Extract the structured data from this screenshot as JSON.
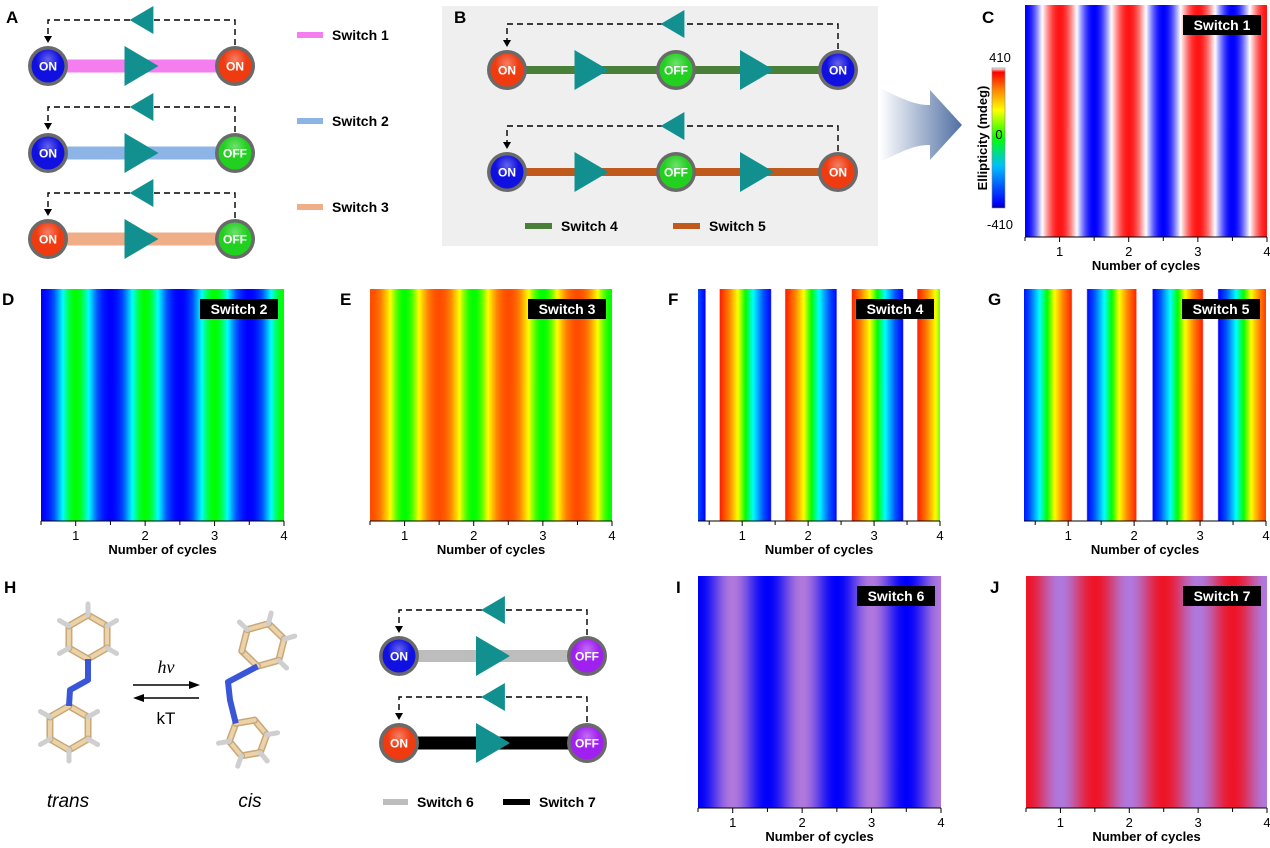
{
  "panel_labels": [
    "A",
    "B",
    "C",
    "D",
    "E",
    "F",
    "G",
    "H",
    "I",
    "J"
  ],
  "colors": {
    "node_on_blue": "#1010e0",
    "node_on_red": "#f03a10",
    "node_off_green": "#22d020",
    "node_off_purple": "#a020f0",
    "node_ring": "#6a6a6a",
    "triangle": "#12908f",
    "switch1": "#f47ef0",
    "switch2": "#8cb4e6",
    "switch3": "#f0ae88",
    "switch4": "#4a7f3a",
    "switch5": "#c05a1c",
    "switch6": "#bdbdbd",
    "switch7": "#000000",
    "arrow_blue": "#4f6fa3"
  },
  "panel_A": {
    "switches": [
      {
        "name": "Switch 1",
        "color_key": "switch1",
        "nodes": [
          {
            "label": "ON",
            "color_key": "node_on_blue"
          },
          {
            "label": "ON",
            "color_key": "node_on_red"
          }
        ]
      },
      {
        "name": "Switch 2",
        "color_key": "switch2",
        "nodes": [
          {
            "label": "ON",
            "color_key": "node_on_blue"
          },
          {
            "label": "OFF",
            "color_key": "node_off_green"
          }
        ]
      },
      {
        "name": "Switch 3",
        "color_key": "switch3",
        "nodes": [
          {
            "label": "ON",
            "color_key": "node_on_red"
          },
          {
            "label": "OFF",
            "color_key": "node_off_green"
          }
        ]
      }
    ]
  },
  "panel_B": {
    "switches": [
      {
        "name": "Switch 4",
        "color_key": "switch4",
        "nodes": [
          {
            "label": "ON",
            "color_key": "node_on_red"
          },
          {
            "label": "OFF",
            "color_key": "node_off_green"
          },
          {
            "label": "ON",
            "color_key": "node_on_blue"
          }
        ]
      },
      {
        "name": "Switch 5",
        "color_key": "switch5",
        "nodes": [
          {
            "label": "ON",
            "color_key": "node_on_blue"
          },
          {
            "label": "OFF",
            "color_key": "node_off_green"
          },
          {
            "label": "ON",
            "color_key": "node_on_red"
          }
        ]
      }
    ]
  },
  "panel_H": {
    "molecule_left": "trans",
    "molecule_right": "cis",
    "forward_label": "hv",
    "reverse_label": "kT",
    "switches": [
      {
        "name": "Switch 6",
        "color_key": "switch6",
        "nodes": [
          {
            "label": "ON",
            "color_key": "node_on_blue"
          },
          {
            "label": "OFF",
            "color_key": "node_off_purple"
          }
        ]
      },
      {
        "name": "Switch 7",
        "color_key": "switch7",
        "nodes": [
          {
            "label": "ON",
            "color_key": "node_on_red"
          },
          {
            "label": "OFF",
            "color_key": "node_off_purple"
          }
        ]
      }
    ]
  },
  "colorbar": {
    "title": "Ellipticity (mdeg)",
    "max_label": "410",
    "mid_label": "0",
    "min_label": "-410",
    "range": [
      -410,
      410
    ]
  },
  "chart_data": [
    {
      "panel": "C",
      "type": "heatmap",
      "title": "Switch 1",
      "xlabel": "Number of cycles",
      "ylabel": "",
      "xlim": [
        0.5,
        4
      ],
      "xticks": [
        "1",
        "2",
        "3",
        "4"
      ],
      "colormap": "blue-white-red",
      "value_range": [
        -410,
        410
      ],
      "profile": {
        "kind": "cosine",
        "x": [
          0.5,
          1,
          1.5,
          2,
          2.5,
          3,
          3.5,
          4
        ],
        "values": [
          -410,
          410,
          -410,
          410,
          -410,
          410,
          -410,
          410
        ]
      }
    },
    {
      "panel": "D",
      "type": "heatmap",
      "title": "Switch 2",
      "xlabel": "Number of cycles",
      "ylabel": "",
      "xlim": [
        0.5,
        4
      ],
      "xticks": [
        "1",
        "2",
        "3",
        "4"
      ],
      "colormap": "jet",
      "value_range": [
        -410,
        410
      ],
      "profile": {
        "kind": "cosine",
        "x": [
          0.5,
          1,
          1.5,
          2,
          2.5,
          3,
          3.5,
          4
        ],
        "values": [
          -410,
          0,
          -410,
          0,
          -410,
          0,
          -410,
          0
        ]
      }
    },
    {
      "panel": "E",
      "type": "heatmap",
      "title": "Switch 3",
      "xlabel": "Number of cycles",
      "ylabel": "",
      "xlim": [
        0.5,
        4
      ],
      "xticks": [
        "1",
        "2",
        "3",
        "4"
      ],
      "colormap": "jet",
      "value_range": [
        -410,
        410
      ],
      "profile": {
        "kind": "cosine",
        "x": [
          0.5,
          1,
          1.5,
          2,
          2.5,
          3,
          3.5,
          4
        ],
        "values": [
          340,
          0,
          340,
          0,
          340,
          0,
          340,
          0
        ]
      }
    },
    {
      "panel": "F",
      "type": "heatmap",
      "title": "Switch 4",
      "xlabel": "Number of cycles",
      "ylabel": "",
      "xlim": [
        0.33,
        4
      ],
      "xticks": [
        "1",
        "2",
        "3",
        "4"
      ],
      "colormap": "jet",
      "value_range": [
        -410,
        410
      ],
      "profile": {
        "kind": "sawtooth-down",
        "cycle_starts": [
          0.66,
          1.66,
          2.66,
          3.66
        ],
        "ramp_length": 0.78,
        "values_at_ramp": [
          410,
          -410
        ]
      }
    },
    {
      "panel": "G",
      "type": "heatmap",
      "title": "Switch 5",
      "xlabel": "Number of cycles",
      "ylabel": "",
      "xlim": [
        0.33,
        4
      ],
      "xticks": [
        "1",
        "2",
        "3",
        "4"
      ],
      "colormap": "jet",
      "value_range": [
        -410,
        410
      ],
      "profile": {
        "kind": "sawtooth-up",
        "cycle_starts": [
          0.3,
          1.28,
          2.28,
          3.28
        ],
        "ramp_length": 0.76,
        "values_at_ramp": [
          -410,
          410
        ]
      }
    },
    {
      "panel": "I",
      "type": "heatmap",
      "title": "Switch 6",
      "xlabel": "Number of cycles",
      "ylabel": "",
      "xlim": [
        0.5,
        4
      ],
      "xticks": [
        "1",
        "2",
        "3",
        "4"
      ],
      "colormap": "blue-lavender",
      "value_range": [
        0,
        1
      ],
      "profile": {
        "kind": "cosine",
        "x": [
          0.5,
          1,
          1.5,
          2,
          2.5,
          3,
          3.5,
          4
        ],
        "values": [
          0,
          1,
          0,
          1,
          0,
          1,
          0,
          1
        ]
      }
    },
    {
      "panel": "J",
      "type": "heatmap",
      "title": "Switch 7",
      "xlabel": "Number of cycles",
      "ylabel": "",
      "xlim": [
        0.5,
        4
      ],
      "xticks": [
        "1",
        "2",
        "3",
        "4"
      ],
      "colormap": "red-lavender",
      "value_range": [
        0,
        1
      ],
      "profile": {
        "kind": "cosine",
        "x": [
          0.5,
          1,
          1.5,
          2,
          2.5,
          3,
          3.5,
          4
        ],
        "values": [
          0,
          1,
          0,
          1,
          0,
          1,
          0,
          1
        ]
      }
    }
  ]
}
